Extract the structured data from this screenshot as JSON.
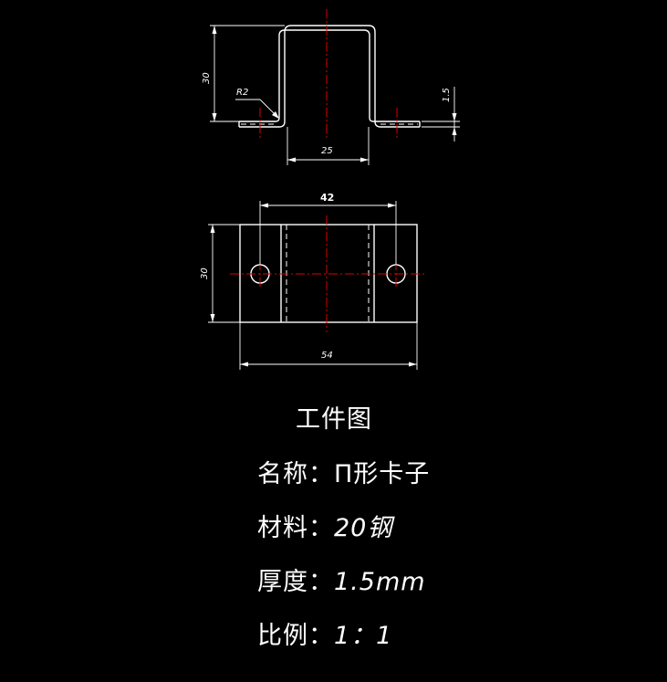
{
  "dimensions": {
    "top_height": "30",
    "radius": "R2",
    "flange": "1.5",
    "inner_width": "25",
    "hole_spacing": "42",
    "front_height": "30",
    "total_width": "54"
  },
  "notes": {
    "title": "工件图",
    "name_label": "名称：",
    "name_value": "Π形卡子",
    "material_label": "材料：",
    "material_value": "20钢",
    "thickness_label": "厚度：",
    "thickness_value": "1.5mm",
    "scale_label": "比例：",
    "scale_value": "1：1"
  },
  "colors": {
    "background": "#000000",
    "outline": "#ffffff",
    "center_line": "#e00000"
  }
}
